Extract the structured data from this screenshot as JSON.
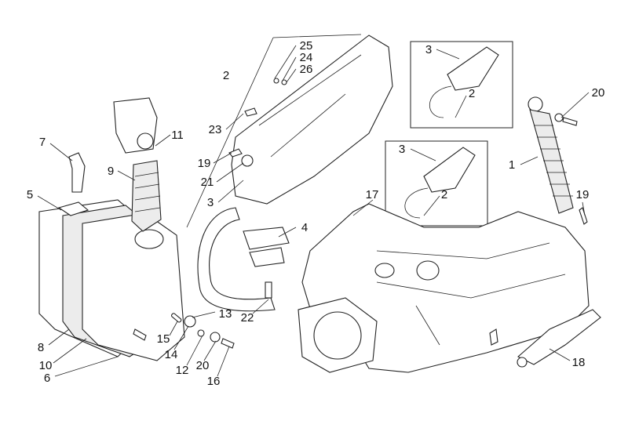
{
  "diagram": {
    "type": "exploded parts diagram",
    "callouts": [
      "25",
      "24",
      "26",
      "2",
      "23",
      "19",
      "21",
      "3",
      "11",
      "7",
      "9",
      "5",
      "3",
      "2",
      "20",
      "1",
      "3",
      "2",
      "17",
      "19",
      "4",
      "13",
      "15",
      "14",
      "12",
      "20",
      "16",
      "22",
      "8",
      "10",
      "6",
      "18"
    ]
  }
}
